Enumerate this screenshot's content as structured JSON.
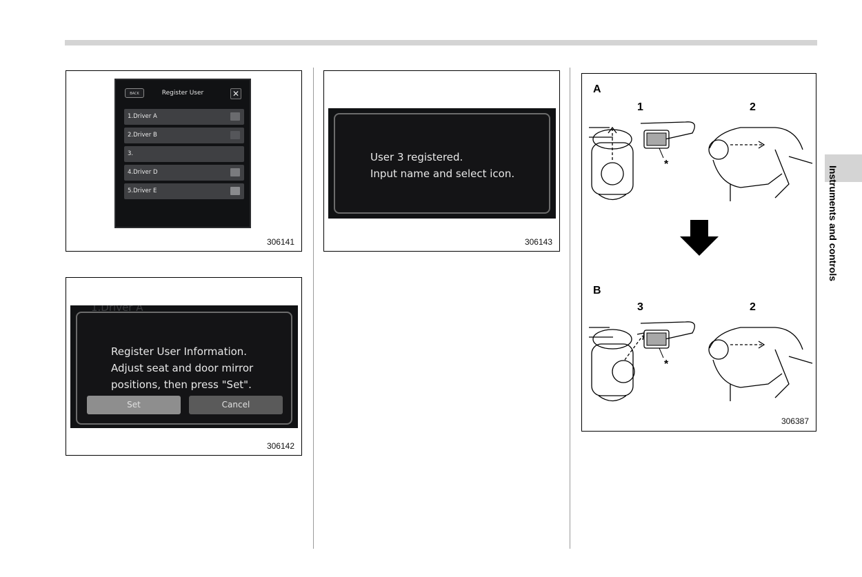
{
  "figures": {
    "fig1": {
      "number": "306141",
      "screen": {
        "back_label": "BACK",
        "title": "Register User",
        "close_symbol": "✕",
        "rows": [
          "1.Driver A",
          "2.Driver B",
          "3.",
          "4.Driver D",
          "5.Driver E"
        ]
      }
    },
    "fig2": {
      "number": "306142",
      "bg_text": "1.Driver A",
      "dialog_lines": [
        "Register User Information.",
        "Adjust seat and door mirror",
        "positions, then press \"Set\"."
      ],
      "set_label": "Set",
      "cancel_label": "Cancel"
    },
    "fig3": {
      "number": "306143",
      "dialog_lines": [
        "User 3 registered.",
        "Input name and select icon."
      ]
    },
    "fig4": {
      "number": "306387",
      "label_a": "A",
      "label_b": "B",
      "num_1": "1",
      "num_2a": "2",
      "num_3": "3",
      "num_2b": "2",
      "asterisk_top": "*",
      "asterisk_bottom": "*"
    }
  },
  "side_tab": {
    "text": "Instruments and controls"
  },
  "colors": {
    "screen_bg": "#111214",
    "row_bg": "#3f4043",
    "set_button": "#8e8e8e",
    "cancel_button": "#5a5a5a",
    "tab_gray": "#d4d4d4"
  }
}
